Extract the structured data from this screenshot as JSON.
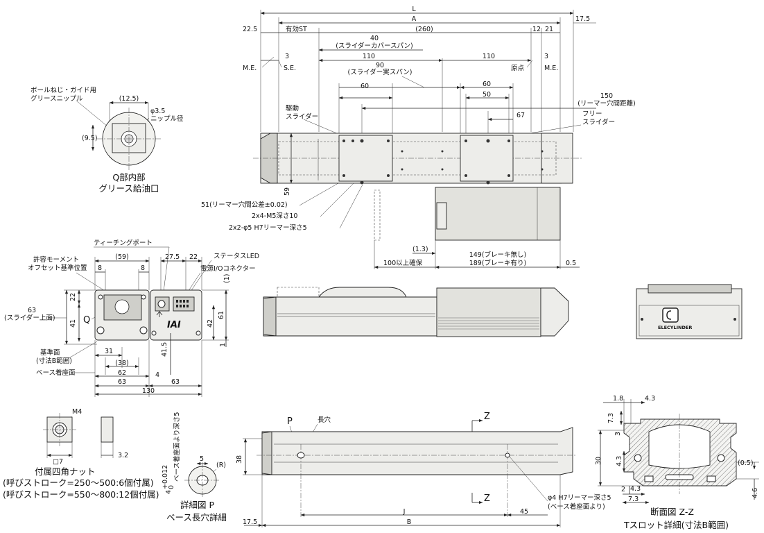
{
  "top_view": {
    "dim_L": "L",
    "dim_175_right": "17.5",
    "dim_225": "22.5",
    "dim_eff_st": "有効ST",
    "dim_A": "A",
    "dim_260": "(260)",
    "dim_12": "12",
    "dim_21": "21",
    "dim_40": "40",
    "note_cover_span": "(スライダーカバースパン)",
    "dim_3_left": "3",
    "dim_3_right": "3",
    "dim_110_left": "110",
    "dim_110_right": "110",
    "label_me_left": "M.E.",
    "label_se": "S.E.",
    "label_origin": "原点",
    "label_me_right": "M.E.",
    "dim_90": "90",
    "note_slider_span": "(スライダー実スパン)",
    "dim_60_left": "60",
    "dim_60_right": "60",
    "dim_50": "50",
    "dim_150": "150",
    "note_reamer_pitch": "(リーマー穴間距離)",
    "dim_67": "67",
    "label_drive_slider": "駆動\nスライダー",
    "label_free_slider": "フリー\nスライダー",
    "dim_59": "59",
    "note_51": "51(リーマー穴間公差±0.02)",
    "note_m5": "2x4-M5深さ10",
    "note_h7": "2x2-φ5 H7リーマー深さ5",
    "dim_13": "(1.3)",
    "dim_149": "149(ブレーキ無し)",
    "dim_189": "189(ブレーキ有り)",
    "dim_100": "100以上確保",
    "dim_05": "0.5"
  },
  "detail_q": {
    "label_nipple": "ボールねじ・ガイド用\nグリースニップル",
    "dim_125": "(12.5)",
    "dim_phi35": "φ3.5",
    "note_nipple_dia": "ニップル径",
    "dim_95": "(9.5)",
    "caption_1": "Q部内部",
    "caption_2": "グリース給油口"
  },
  "end_view": {
    "label_teaching_port": "ティーチングポート",
    "label_status_led": "ステータスLED",
    "label_power_io": "電源I/Oコネクター",
    "label_moment_1": "許容モーメント",
    "label_moment_2": "オフセット基準位置",
    "dim_59": "(59)",
    "dim_8_left": "8",
    "dim_8_right": "8",
    "dim_275": "27.5",
    "dim_22_top": "22",
    "dim_1_top": "(1)",
    "dim_63_left": "63",
    "note_slider_top": "(スライダー上面)",
    "dim_22_side": "22",
    "dim_41": "41",
    "label_q": "Q",
    "dim_42": "42",
    "dim_61": "61",
    "dim_415": "41.5",
    "dim_1_bottom": "1",
    "label_ref_surface": "基準面",
    "note_range_b": "(寸法B範囲)",
    "label_base_mount": "ベース着座面",
    "dim_31": "31",
    "dim_38": "(38)",
    "dim_62": "62",
    "dim_63_a": "63",
    "dim_4": "4",
    "dim_63_b": "63",
    "dim_130": "130",
    "logo_text": "IAI"
  },
  "nut": {
    "label_m4": "M4",
    "dim_sq7": "□7",
    "dim_32": "3.2",
    "caption_1": "付属四角ナット",
    "caption_2": "(呼びストローク=250～500:6個付属)",
    "caption_3": "(呼びストローク=550～800:12個付属)"
  },
  "detail_p": {
    "note_depth": "ベース着座面より深さ5",
    "tol_main": "4",
    "tol_upper": "+0.012",
    "tol_lower": "0",
    "dim_5": "5",
    "dim_r": "(R)",
    "caption_1": "詳細図 P",
    "caption_2": "ベース長穴詳細"
  },
  "bottom_view": {
    "label_p": "P",
    "label_slot": "長穴",
    "label_z_top": "Z",
    "label_z_bottom": "Z",
    "dim_38": "38",
    "dim_175": "17.5",
    "dim_J": "J",
    "dim_45": "45",
    "dim_B": "B",
    "note_phi4_1": "φ4 H7リーマー深さ5",
    "note_phi4_2": "(ベース着座面より)"
  },
  "side_view": {
    "logo_text": "ELECYLINDER"
  },
  "section_zz": {
    "dim_18": "1.8",
    "dim_43_top": "4.3",
    "dim_73_top": "7.3",
    "dim_3": "3",
    "dim_30": "30",
    "dim_43_mid": "4.3",
    "dim_05": "(0.5)",
    "dim_2": "2",
    "dim_43_bot": "4.3",
    "dim_73_bot": "7.3",
    "dim_46": "4.6",
    "caption_1": "断面図 Z-Z",
    "caption_2": "Tスロット詳細(寸法B範囲)"
  }
}
